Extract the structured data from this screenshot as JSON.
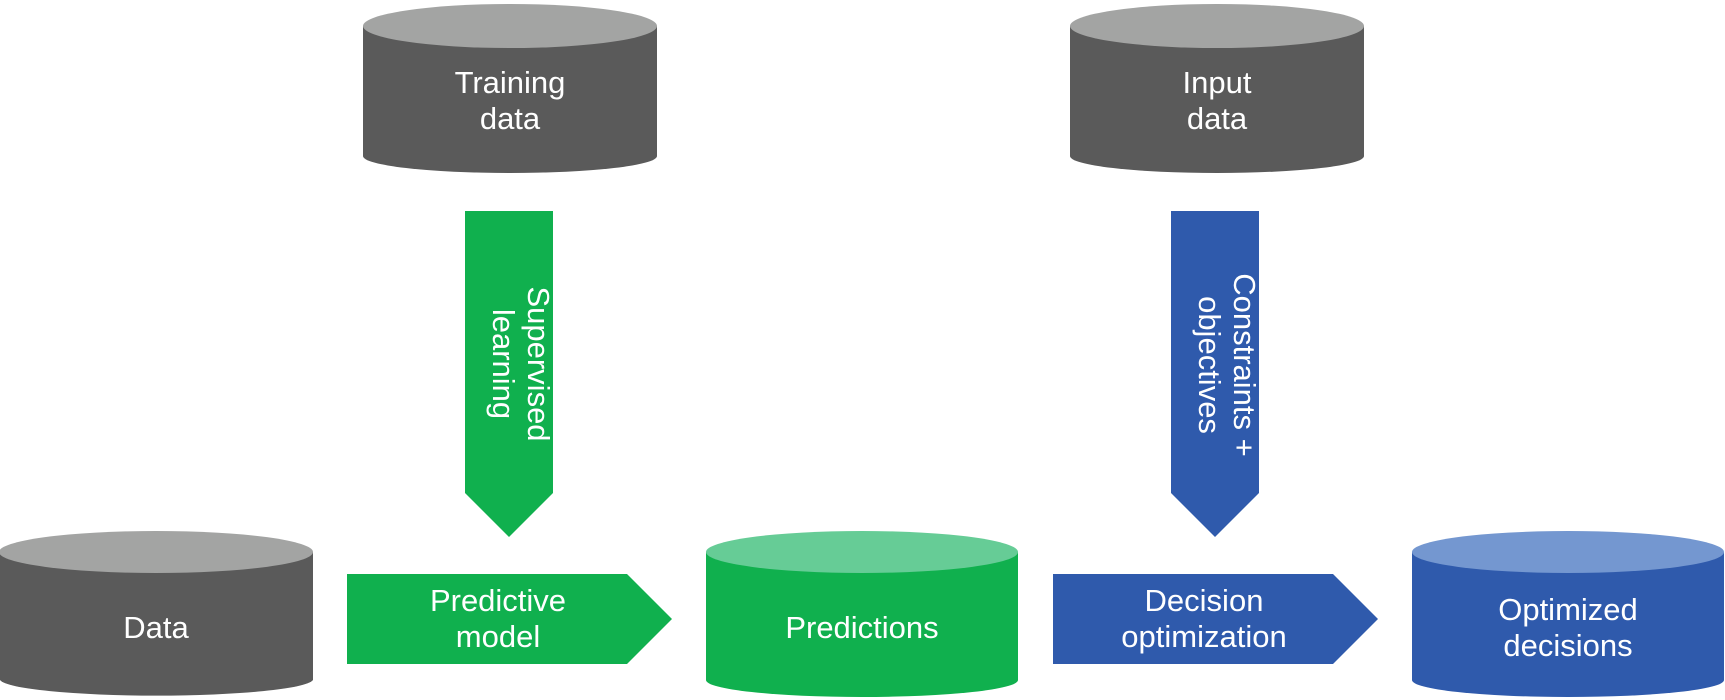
{
  "colors": {
    "cylinder_gray_body": "#5a5a5a",
    "cylinder_gray_top": "#a3a4a3",
    "green_arrow": "#10b04e",
    "green_cylinder_body": "#10b04e",
    "green_cylinder_top": "#66cc96",
    "blue_arrow": "#2f5aac",
    "blue_cylinder_body": "#2f5aac",
    "blue_cylinder_top": "#7497d0",
    "text": "#ffffff"
  },
  "nodes": {
    "training_data": {
      "line1": "Training",
      "line2": "data",
      "icon": "database-cylinder-icon"
    },
    "input_data": {
      "line1": "Input",
      "line2": "data",
      "icon": "database-cylinder-icon"
    },
    "data": {
      "label": "Data",
      "icon": "database-cylinder-icon"
    },
    "predictions": {
      "label": "Predictions",
      "icon": "database-cylinder-icon"
    },
    "optimized_decisions": {
      "line1": "Optimized",
      "line2": "decisions",
      "icon": "database-cylinder-icon"
    }
  },
  "arrows": {
    "supervised_learning": {
      "line1": "Supervised",
      "line2": "learning",
      "icon": "down-arrow-icon"
    },
    "constraints_objectives": {
      "line1": "Constraints +",
      "line2": "objectives",
      "icon": "down-arrow-icon"
    },
    "predictive_model": {
      "line1": "Predictive",
      "line2": "model",
      "icon": "right-arrow-icon"
    },
    "decision_optimization": {
      "line1": "Decision",
      "line2": "optimization",
      "icon": "right-arrow-icon"
    }
  }
}
